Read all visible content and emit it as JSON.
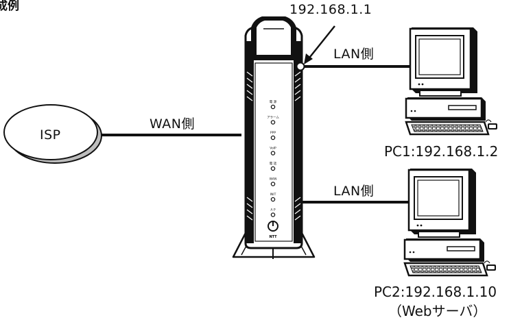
{
  "header_fragment": "成例",
  "router": {
    "ip": "192.168.1.1",
    "leds": [
      "電 源",
      "アラーム",
      "PPP",
      "VoIP",
      "電 話",
      "WAN",
      "INIT",
      "A P"
    ],
    "logo": "NTT"
  },
  "isp": {
    "label": "ISP"
  },
  "links": {
    "wan_label": "WAN側",
    "lan1_label": "LAN側",
    "lan2_label": "LAN側"
  },
  "pcs": [
    {
      "label": "PC1:192.168.1.2"
    },
    {
      "label": "PC2:192.168.1.10",
      "sublabel": "（Webサーバ）"
    }
  ]
}
